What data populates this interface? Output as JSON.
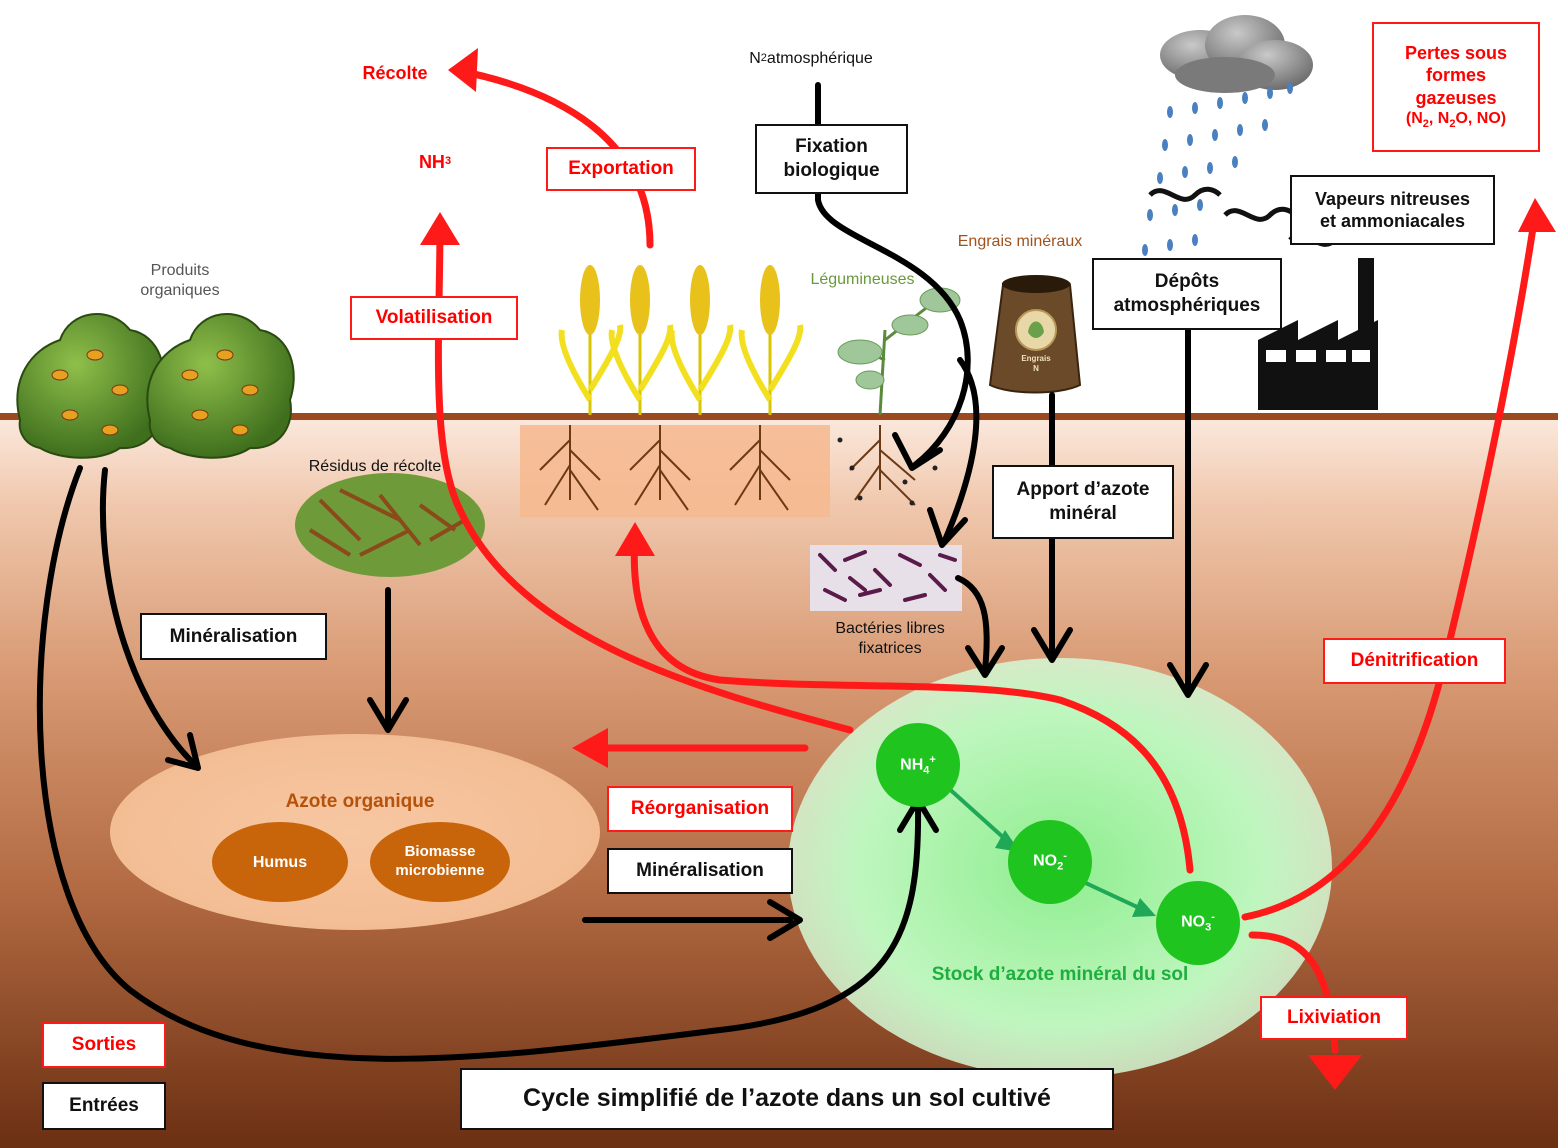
{
  "title": "Cycle simplifié de l’azote dans un sol cultivé",
  "legend": {
    "outputs": "Sorties",
    "inputs": "Entrées"
  },
  "labels": {
    "recolte": "Récolte",
    "nh3": {
      "base": "NH",
      "sub": "3"
    },
    "exportation": "Exportation",
    "n2_atmo": {
      "base": "N",
      "sub": "2",
      "rest": " atmosphérique"
    },
    "fixation": "Fixation\nbiologique",
    "pertes": "Pertes sous\nformes\ngazeuses",
    "pertes_formula": {
      "a": "(N",
      "a_sub": "2",
      "b": ", N",
      "b_sub": "2",
      "c": "O, NO)"
    },
    "vapeurs": "Vapeurs nitreuses\net ammoniacales",
    "engrais_mineraux": "Engrais minéraux",
    "engrais_bag": "Engrais\nN",
    "legumineuses": "Légumineuses",
    "depots": "Dépôts\natmosphériques",
    "volatilisation": "Volatilisation",
    "produits_organiques": "Produits\norganiques",
    "residus": "Résidus de récolte",
    "apport": "Apport d’azote\nminéral",
    "bacteries": "Bactéries libres\nfixatrices",
    "mineralisation_1": "Minéralisation",
    "mineralisation_2": "Minéralisation",
    "denitrification": "Dénitrification",
    "azote_organique": "Azote organique",
    "humus": "Humus",
    "biomasse": "Biomasse\nmicrobienne",
    "reorganisation": "Réorganisation",
    "stock": "Stock d’azote minéral du sol",
    "nh4": {
      "base": "NH",
      "sub": "4",
      "sup": "+"
    },
    "no2": {
      "base": "NO",
      "sub": "2",
      "sup": "-"
    },
    "no3": {
      "base": "NO",
      "sub": "3",
      "sup": "-"
    },
    "lixiviation": "Lixiviation"
  },
  "colors": {
    "outputs": "#ff0000",
    "inputs": "#000000",
    "soil_dark": "#6b2f12",
    "soil_light": "#f7dccb",
    "mineral_stock": "#b8f5b8",
    "ion_node": "#1fc41f",
    "organic_pool": "#f6c29a",
    "organic_sub": "#c8640a",
    "organic_text": "#b5520c",
    "stock_text": "#1fae3f",
    "fertilizer_text": "#a0521c",
    "legume_text": "#6a9a3a"
  }
}
